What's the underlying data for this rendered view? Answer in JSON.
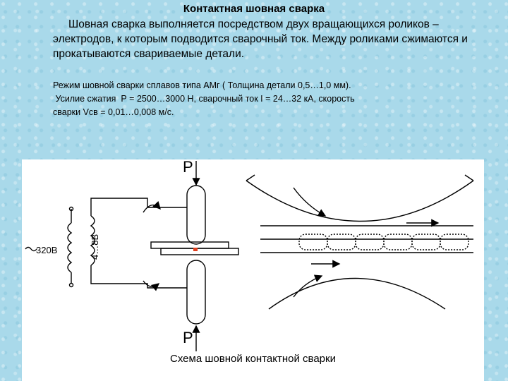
{
  "slide": {
    "title": "Контактная шовная сварка",
    "intro": "Шовная сварка выполняется посредством двух вращающихся роликов – электродов, к которым подводится сварочный ток. Между роликами сжимаются и прокатываются свариваемые детали.",
    "mode_line1": "Режим шовной сварки сплавов типа АМг ( Толщина детали 0,5…1,0 мм).",
    "mode_line2": " Усилие сжатия  Р = 2500…3000 Н, сварочный ток I = 24…32 кА, скорость",
    "mode_line3": "сварки Vсв = 0,01…0,008 м/с."
  },
  "figure": {
    "label_p_top": "P",
    "label_p_bottom": "P",
    "label_voltage_primary": "320В",
    "label_voltage_secondary": "4…8В",
    "caption": "Схема шовной контактной сварки"
  }
}
